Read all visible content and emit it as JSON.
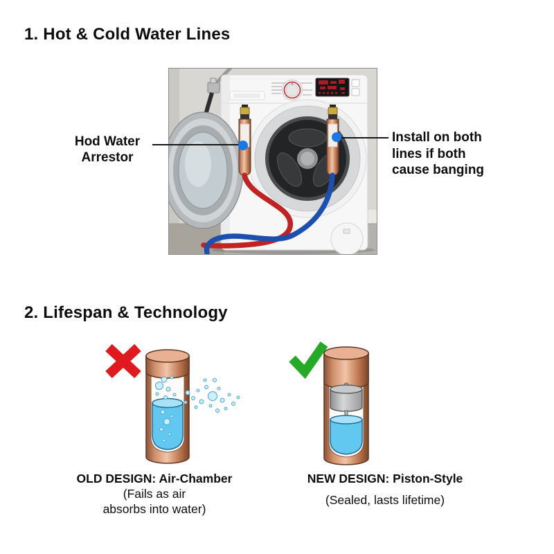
{
  "colors": {
    "accent_red": "#e0191f",
    "accent_green": "#26a926",
    "marker_blue": "#1778e8",
    "hose_red": "#c02321",
    "hose_blue": "#1d4fae"
  },
  "section1": {
    "title": "1. Hot & Cold Water Lines",
    "left_label_lines": [
      "Hod Water",
      "Arrestor"
    ],
    "right_label_lines": [
      "Install on both",
      "lines if both",
      "cause banging"
    ]
  },
  "section2": {
    "title": "2. Lifespan & Technology",
    "old_design": {
      "heading": "OLD DESIGN: Air-Chamber",
      "subtext_lines": [
        "(Fails as air",
        "absorbs into water)"
      ]
    },
    "new_design": {
      "heading": "NEW DESIGN: Piston-Style",
      "subtext_lines": [
        "(Sealed, lasts lifetime)"
      ]
    }
  }
}
